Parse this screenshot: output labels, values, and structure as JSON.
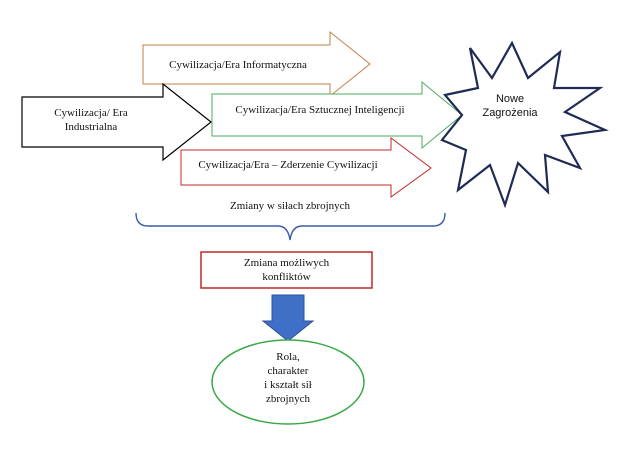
{
  "arrows": {
    "industrial": {
      "line1": "Cywilizacja/ Era",
      "line2": "Industrialna",
      "color": "#000000"
    },
    "information": {
      "label": "Cywilizacja/Era Informatyczna",
      "color": "#c0804a"
    },
    "ai": {
      "label": "Cywilizacja/Era Sztucznej Inteligencji",
      "color": "#4caa5a"
    },
    "clash": {
      "label": "Cywilizacja/Era – Zderzenie Cywilizacji",
      "color": "#c0282a"
    }
  },
  "threats": {
    "line1": "Nowe",
    "line2": "Zagrożenia",
    "color": "#1f2a55"
  },
  "brace": {
    "label": "Zmiany w siłach zbrojnych",
    "color": "#3a5ea8"
  },
  "conflicts": {
    "line1": "Zmiana możliwych",
    "line2": "konfliktów",
    "color": "#c0282a"
  },
  "down_arrow": {
    "color": "#3f6fc6"
  },
  "role": {
    "line1": "Rola,",
    "line2": "charakter",
    "line3": "i kształt sił",
    "line4": "zbrojnych",
    "color": "#3aa84a"
  }
}
